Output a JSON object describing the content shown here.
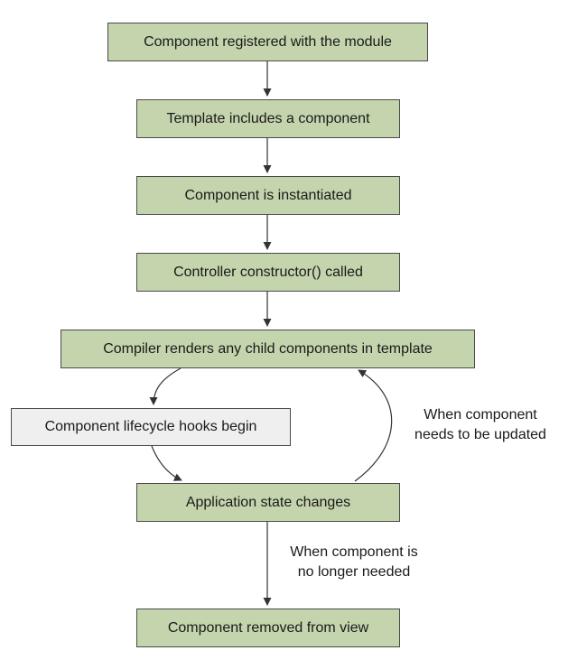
{
  "nodes": {
    "registered": "Component registered with the module",
    "template": "Template includes a component",
    "instantiated": "Component is instantiated",
    "constructor": "Controller constructor() called",
    "compiler": "Compiler renders any child components in template",
    "hooks": "Component lifecycle hooks begin",
    "state": "Application state changes",
    "removed": "Component removed from view"
  },
  "edge_labels": {
    "update": [
      "When component",
      "needs to be updated"
    ],
    "no_longer": [
      "When component is",
      "no longer needed"
    ]
  },
  "colors": {
    "step_fill": "#c4d4ad",
    "hook_fill": "#efefef",
    "border": "#4a4a4a",
    "line": "#333333"
  }
}
